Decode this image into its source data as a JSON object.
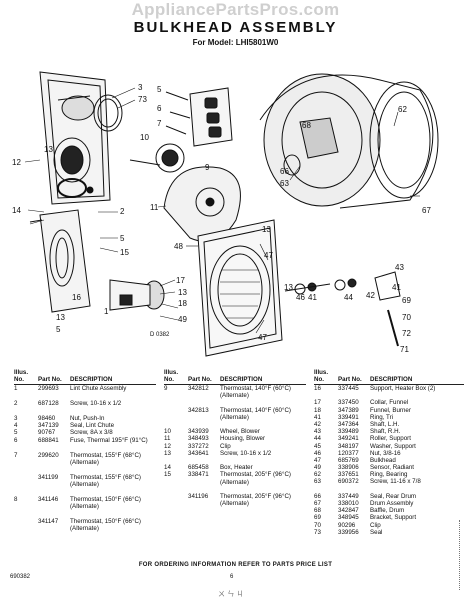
{
  "watermark": "AppliancePartsPros.com",
  "title": "BULKHEAD ASSEMBLY",
  "model": "For Model: LHI5801W0",
  "diagram_id": "D 0382",
  "callouts": [
    "3",
    "73",
    "5",
    "6",
    "7",
    "10",
    "12",
    "14",
    "2",
    "5",
    "15",
    "13",
    "16",
    "13",
    "5",
    "11",
    "48",
    "9",
    "17",
    "13",
    "18",
    "49",
    "1",
    "62",
    "68",
    "66",
    "63",
    "67",
    "13",
    "47",
    "43",
    "13",
    "46",
    "41",
    "44",
    "42",
    "41",
    "69",
    "70",
    "72",
    "47",
    "71"
  ],
  "table_headers": {
    "illus": "Illus. No.",
    "part": "Part No.",
    "desc": "DESCRIPTION"
  },
  "columns": [
    [
      {
        "i": "1",
        "p": "299693",
        "d": "Lint Chute Assembly"
      },
      {
        "i": "2",
        "p": "687128",
        "d": "Screw, 10-16 x 1/2"
      },
      {
        "i": "3",
        "p": "98460",
        "d": "Nut, Push-In"
      },
      {
        "i": "4",
        "p": "347139",
        "d": "Seal, Lint Chute"
      },
      {
        "i": "5",
        "p": "90767",
        "d": "Screw, 8A x 3/8"
      },
      {
        "i": "6",
        "p": "688841",
        "d": "Fuse, Thermal 195°F (91°C)"
      },
      {
        "i": "7",
        "p": "299620",
        "d": "Thermostat, 155°F (68°C) (Alternate)"
      },
      {
        "i": "",
        "p": "341199",
        "d": "Thermostat, 155°F (68°C) (Alternate)"
      },
      {
        "i": "8",
        "p": "341146",
        "d": "Thermostat, 150°F (66°C) (Alternate)"
      },
      {
        "i": "",
        "p": "341147",
        "d": "Thermostat, 150°F (66°C) (Alternate)"
      }
    ],
    [
      {
        "i": "9",
        "p": "342812",
        "d": "Thermostat, 140°F (60°C) (Alternate)"
      },
      {
        "i": "",
        "p": "342813",
        "d": "Thermostat, 140°F (60°C) (Alternate)"
      },
      {
        "i": "10",
        "p": "343939",
        "d": "Wheel, Blower"
      },
      {
        "i": "11",
        "p": "348493",
        "d": "Housing, Blower"
      },
      {
        "i": "12",
        "p": "337272",
        "d": "Clip"
      },
      {
        "i": "13",
        "p": "343641",
        "d": "Screw, 10-16 x 1/2"
      },
      {
        "i": "14",
        "p": "685458",
        "d": "Box, Heater"
      },
      {
        "i": "15",
        "p": "338471",
        "d": "Thermostat, 205°F (96°C) (Alternate)"
      },
      {
        "i": "",
        "p": "341196",
        "d": "Thermostat, 205°F (96°C) (Alternate)"
      }
    ],
    [
      {
        "i": "16",
        "p": "337445",
        "d": "Support, Heater Box (2)"
      },
      {
        "i": "17",
        "p": "337450",
        "d": "Collar, Funnel"
      },
      {
        "i": "18",
        "p": "347389",
        "d": "Funnel, Burner"
      },
      {
        "i": "41",
        "p": "339491",
        "d": "Ring, Tri"
      },
      {
        "i": "42",
        "p": "347364",
        "d": "Shaft, L.H."
      },
      {
        "i": "43",
        "p": "339489",
        "d": "Shaft, R.H."
      },
      {
        "i": "44",
        "p": "349241",
        "d": "Roller, Support"
      },
      {
        "i": "45",
        "p": "348197",
        "d": "Washer, Support"
      },
      {
        "i": "46",
        "p": "120377",
        "d": "Nut, 3/8-16"
      },
      {
        "i": "47",
        "p": "685769",
        "d": "Bulkhead"
      },
      {
        "i": "49",
        "p": "338906",
        "d": "Sensor, Radiant"
      },
      {
        "i": "62",
        "p": "337651",
        "d": "Ring, Bearing"
      },
      {
        "i": "63",
        "p": "690372",
        "d": "Screw, 11-16 x 7/8"
      },
      {
        "i": "66",
        "p": "337449",
        "d": "Seal, Rear Drum"
      },
      {
        "i": "67",
        "p": "338010",
        "d": "Drum Assembly"
      },
      {
        "i": "68",
        "p": "342847",
        "d": "Baffle, Drum"
      },
      {
        "i": "69",
        "p": "348945",
        "d": "Bracket, Support"
      },
      {
        "i": "70",
        "p": "90296",
        "d": "Clip"
      },
      {
        "i": "73",
        "p": "339956",
        "d": "Seal"
      }
    ]
  ],
  "footer": "FOR ORDERING INFORMATION REFER TO PARTS PRICE LIST",
  "doc_no": "690382",
  "page_no": "6",
  "scribble": "ㄨ ㄣ ㄐ"
}
